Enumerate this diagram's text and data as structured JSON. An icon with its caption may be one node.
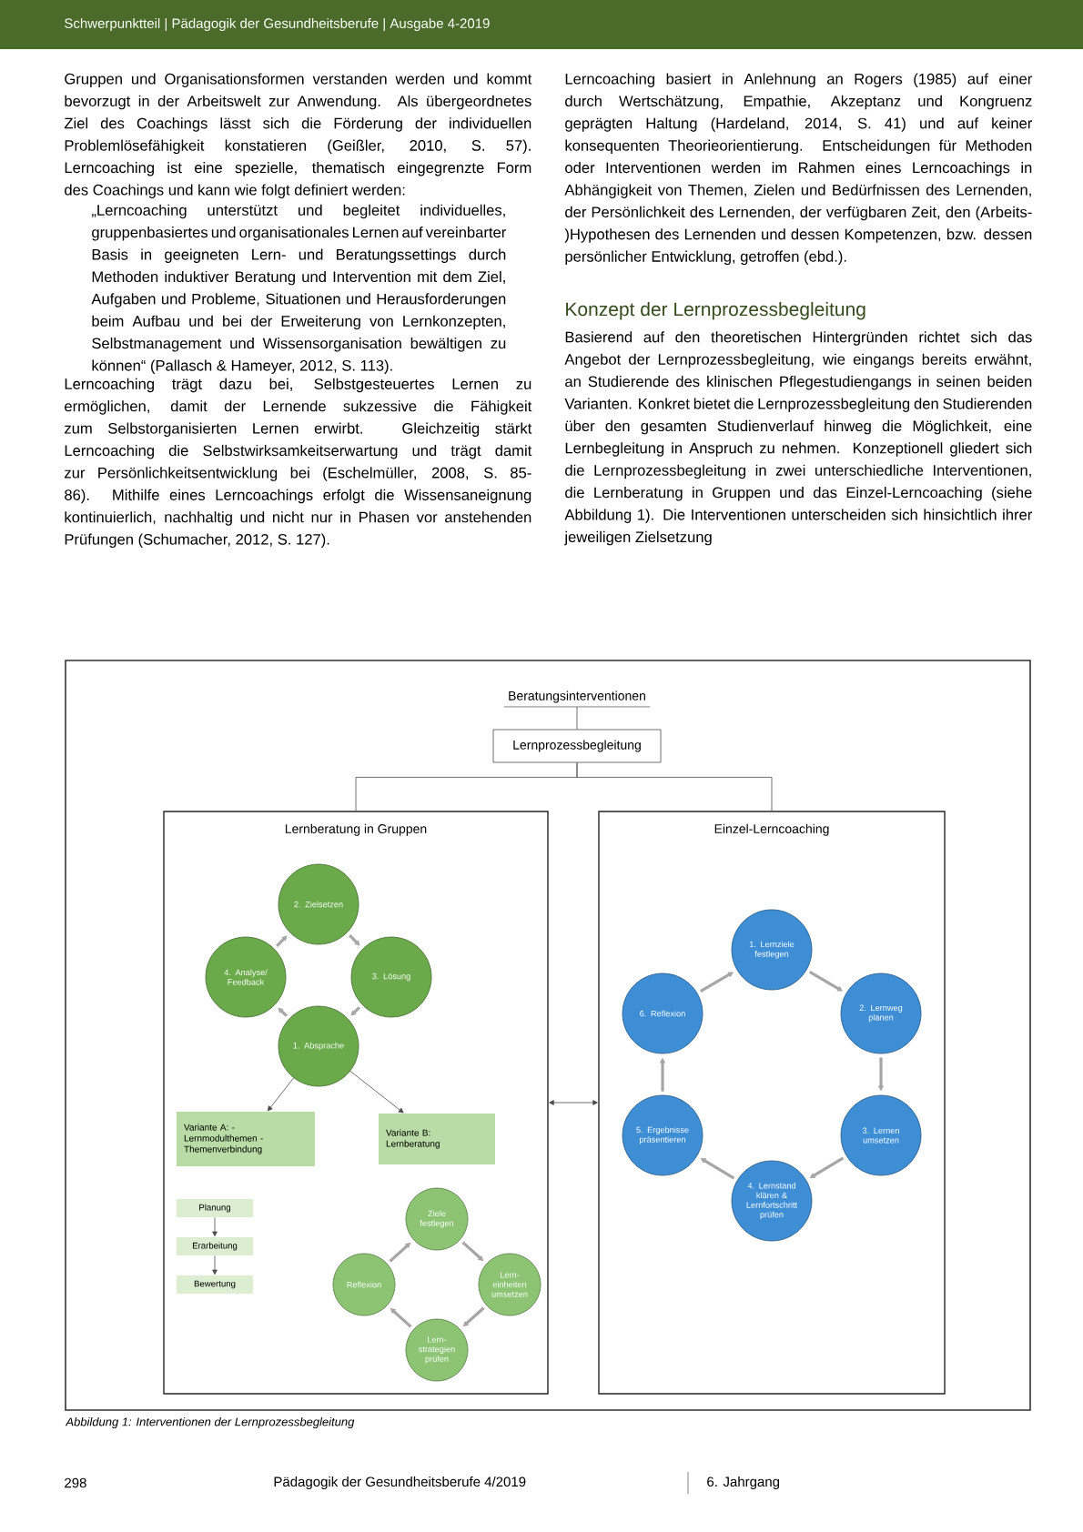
{
  "diagram": {
    "caption": "Abbildung 1: Interventionen der Lernprozessbegleitung",
    "nodes": [
      {
        "text": [
          "Beratungsinterventionen"
        ]
      },
      {
        "text": [
          "Lernprozessbegleitung"
        ]
      },
      {
        "text": [
          "Lernberatung in Gruppen"
        ]
      },
      {
        "text": [
          "Einzel-Lerncoaching"
        ]
      },
      {
        "text": [
          "2. Zielsetzen"
        ],
        "in": 2
      },
      {
        "text": [
          "4. Analyse/ Feedback"
        ],
        "in": 2
      },
      {
        "text": [
          "3. Lösung"
        ],
        "in": 2
      },
      {
        "text": [
          "1. Absprache"
        ],
        "in": 2
      },
      {
        "text": [
          "Variante A: - Lernmodulthemen - Themenverbindung"
        ],
        "in": 2
      },
      {
        "text": [
          "Variante B: Lernberatung"
        ],
        "in": 2
      },
      {
        "text": [
          "Planung"
        ],
        "in": 2
      },
      {
        "text": [
          "Erarbeitung"
        ],
        "in": 2
      },
      {
        "text": [
          "Bewertung"
        ],
        "in": 2
      },
      {
        "text": [
          "Ziele festlegen"
        ],
        "in": 2
      },
      {
        "text": [
          "Reflexion"
        ],
        "in": 2
      },
      {
        "text": [
          "Lern-einheiten umsetzen"
        ],
        "in": 2
      },
      {
        "text": [
          "Lern-strategien prüfen"
        ],
        "in": 2
      },
      {
        "text": [
          "1. Lernziele festlegen"
        ],
        "in": 3
      },
      {
        "text": [
          "2. Lernweg planen"
        ],
        "in": 3
      },
      {
        "text": [
          "3. Lernen umsetzen"
        ],
        "in": 3
      },
      {
        "text": [
          "4. Lernstand klären & Lernfortschritt prüfen"
        ],
        "in": 3
      },
      {
        "text": [
          "5. Ergebnisse präsentieren"
        ],
        "in": 3
      },
      {
        "text": [
          "6. Reflexion"
        ],
        "in": 3
      }
    ],
    "edges": [
      {
        "from": 0,
        "to": 1,
        "arrow": "none"
      },
      {
        "from": 1,
        "to": 2,
        "arrow": "none"
      },
      {
        "from": 1,
        "to": 3,
        "arrow": "none"
      },
      {
        "from": 2,
        "to": 3,
        "arrow": "both"
      },
      {
        "from": 4,
        "to": 6,
        "arrow": "to"
      },
      {
        "from": 6,
        "to": 7,
        "arrow": "to"
      },
      {
        "from": 7,
        "to": 5,
        "arrow": "to"
      },
      {
        "from": 5,
        "to": 4,
        "arrow": "to"
      },
      {
        "from": 7,
        "to": 8,
        "arrow": "to"
      },
      {
        "from": 7,
        "to": 9,
        "arrow": "to"
      },
      {
        "from": 10,
        "to": 11,
        "arrow": "to"
      },
      {
        "from": 11,
        "to": 12,
        "arrow": "to"
      },
      {
        "from": 13,
        "to": 15,
        "arrow": "to"
      },
      {
        "from": 15,
        "to": 16,
        "arrow": "to"
      },
      {
        "from": 16,
        "to": 14,
        "arrow": "to"
      },
      {
        "from": 14,
        "to": 13,
        "arrow": "to"
      },
      {
        "from": 17,
        "to": 18,
        "arrow": "to"
      },
      {
        "from": 18,
        "to": 19,
        "arrow": "to"
      },
      {
        "from": 19,
        "to": 20,
        "arrow": "to"
      },
      {
        "from": 20,
        "to": 21,
        "arrow": "to"
      },
      {
        "from": 21,
        "to": 22,
        "arrow": "to"
      },
      {
        "from": 22,
        "to": 17,
        "arrow": "to"
      }
    ],
    "labels": [
      "Schwerpunktteil | Pädagogik der Gesundheitsberufe | Ausgabe 4-2019",
      "Gruppen und Organisationsformen verstanden werden und kommt bevorzugt in der Arbeitswelt zur Anwendung. Als übergeordnetes Ziel des Coachings lässt sich die Förderung der individuellen Problemlösefähigkeit konstatieren (Geißler, 2010, S. 57). Lerncoaching ist eine spezielle, thematisch eingegrenzte Form des Coachings und kann wie folgt definiert werden:",
      "„Lerncoaching unterstützt und begleitet individuelles, gruppenbasiertes und organisationales Lernen auf vereinbarter Basis in geeigneten Lern- und Beratungssettings durch Methoden induktiver Beratung und Intervention mit dem Ziel, Aufgaben und Probleme, Situationen und Herausforderungen beim Aufbau und bei der Erweiterung von Lernkonzepten, Selbstmanagement und Wissensorganisation bewältigen zu können“ (Pallasch & Hameyer, 2012, S. 113).",
      "Lerncoaching trägt dazu bei, Selbstgesteuertes Lernen zu ermöglichen, damit der Lernende sukzessive die Fähigkeit zum Selbstorganisierten Lernen erwirbt. Gleichzeitig stärkt Lerncoaching die Selbstwirksamkeitserwartung und trägt damit zur Persönlichkeitsentwicklung bei (Eschelmüller, 2008, S. 85-86). Mithilfe eines Lerncoachings erfolgt die Wissensaneignung kontinuierlich, nachhaltig und nicht nur in Phasen vor anstehenden Prüfungen (Schumacher, 2012, S. 127).",
      "Lerncoaching basiert in Anlehnung an Rogers (1985) auf einer durch Wertschätzung, Empathie, Akzeptanz und Kongruenz geprägten Haltung (Hardeland, 2014, S. 41) und auf keiner konsequenten Theorieorientierung. Entscheidungen für Methoden oder Interventionen werden im Rahmen eines Lerncoachings in Abhängigkeit von Themen, Zielen und Bedürfnissen des Lernenden, der Persönlichkeit des Lernenden, der verfügbaren Zeit, den (Arbeits-)Hypothesen des Lernenden und dessen Kompetenzen, bzw. dessen persönlicher Entwicklung, getroffen (ebd.).",
      "Konzept der Lernprozessbegleitung",
      "Basierend auf den theoretischen Hintergründen richtet sich das Angebot der Lernprozessbegleitung, wie eingangs bereits erwähnt, an Studierende des klinischen Pflegestudiengangs in seinen beiden Varianten. Konkret bietet die Lernprozessbegleitung den Studierenden über den gesamten Studienverlauf hinweg die Möglichkeit, eine Lernbegleitung in Anspruch zu nehmen. Konzeptionell gliedert sich die Lernprozessbegleitung in zwei unterschiedliche Interventionen, die Lernberatung in Gruppen und das Einzel-Lerncoaching (siehe Abbildung 1). Die Interventionen unterscheiden sich hinsichtlich ihrer jeweiligen Zielsetzung",
      "298",
      "Pädagogik der Gesundheitsberufe 4/2019",
      "6. Jahrgang"
    ]
  }
}
